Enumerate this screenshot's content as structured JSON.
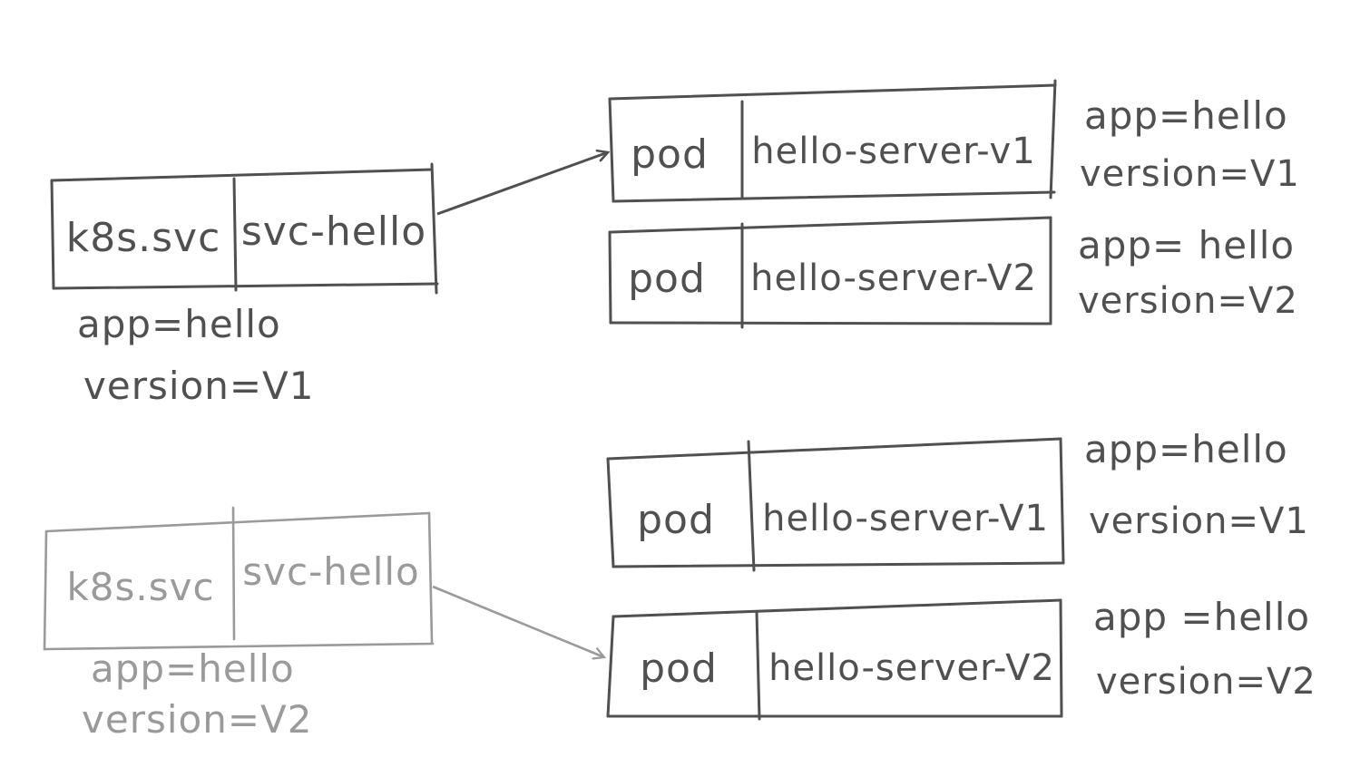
{
  "diagram": {
    "colors": {
      "pencil_dark": "#505050",
      "pencil_light": "#9a9a9a"
    },
    "scenarios": [
      {
        "service": {
          "kind": "k8s.svc",
          "name": "svc-hello",
          "labels": [
            "app=hello",
            "version=V1"
          ]
        },
        "pods": [
          {
            "kind": "pod",
            "name": "hello-server-v1",
            "labels": [
              "app=hello",
              "version=V1"
            ],
            "targeted": true
          },
          {
            "kind": "pod",
            "name": "hello-server-V2",
            "labels": [
              "app= hello",
              "version=V2"
            ],
            "targeted": false
          }
        ]
      },
      {
        "service": {
          "kind": "k8s.svc",
          "name": "svc-hello",
          "labels": [
            "app=hello",
            "version=V2"
          ]
        },
        "pods": [
          {
            "kind": "pod",
            "name": "hello-server-V1",
            "labels": [
              "app=hello",
              "version=V1"
            ],
            "targeted": false
          },
          {
            "kind": "pod",
            "name": "hello-server-V2",
            "labels": [
              "app =hello",
              "version=V2"
            ],
            "targeted": true
          }
        ]
      }
    ]
  }
}
